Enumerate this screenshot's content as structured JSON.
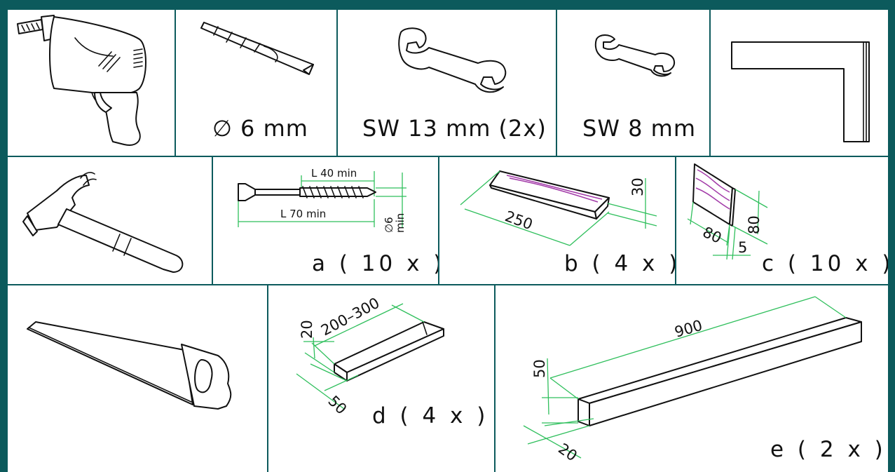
{
  "colors": {
    "frame": "#0c5a5c",
    "dimension_lines": "#2fbf5c",
    "wood_grain": "#a23aa8"
  },
  "tools": {
    "drill": {
      "icon": "power-drill-icon"
    },
    "drill_bit": {
      "icon": "drill-bit-icon",
      "label": "∅ 6 mm"
    },
    "wrench_13": {
      "icon": "open-end-wrench-icon",
      "label": "SW 13 mm (2x)"
    },
    "wrench_8": {
      "icon": "open-end-wrench-icon",
      "label": "SW 8 mm"
    },
    "square": {
      "icon": "carpenter-square-icon"
    },
    "hammer": {
      "icon": "claw-hammer-icon"
    },
    "saw": {
      "icon": "hand-saw-icon"
    }
  },
  "parts": {
    "a": {
      "label": "a ( 10 x )",
      "length_top": "L 40 min",
      "length_bottom": "L 70 min",
      "diameter": "∅6",
      "diameter_note": "min"
    },
    "b": {
      "label": "b ( 4 x )",
      "length": "250",
      "height": "30"
    },
    "c": {
      "label": "c ( 10 x )",
      "width": "80",
      "height": "80",
      "thickness": "5"
    },
    "d": {
      "label": "d ( 4 x )",
      "length": "200–300",
      "height": "20",
      "width": "50"
    },
    "e": {
      "label": "e ( 2 x )",
      "length": "900",
      "height": "50",
      "width": "20"
    }
  }
}
